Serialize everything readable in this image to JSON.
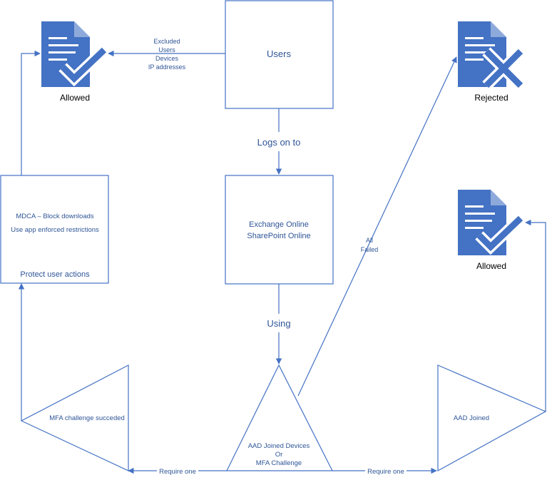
{
  "colors": {
    "accent": "#4472c4",
    "text": "#2f5597",
    "label": "#000000"
  },
  "nodes": {
    "users": {
      "label": "Users"
    },
    "services": {
      "line1": "Exchange Online",
      "line2": "SharePoint Online"
    },
    "protect": {
      "line1": "MDCA – Block downloads",
      "line2": "Use app enforced restrictions",
      "footer": "Protect user actions"
    },
    "center_triangle": {
      "line1": "AAD Joined Devices",
      "line2": "Or",
      "line3": "MFA Challenge"
    },
    "left_triangle": {
      "label": "MFA challenge succeded"
    },
    "right_triangle": {
      "label": "AAD Joined"
    }
  },
  "documents": {
    "allowed_top": {
      "icon": "document-check-icon",
      "label": "Allowed"
    },
    "rejected": {
      "icon": "document-x-icon",
      "label": "Rejected"
    },
    "allowed_right": {
      "icon": "document-check-icon",
      "label": "Allowed"
    }
  },
  "edges": {
    "excluded": {
      "line1": "Excluded",
      "line2": "Users",
      "line3": "Devices",
      "line4": "IP addresses"
    },
    "logs_on": {
      "label": "Logs on to"
    },
    "using": {
      "label": "Using"
    },
    "all_failed": {
      "line1": "All",
      "line2": "Failed"
    },
    "require_left": {
      "label": "Require one"
    },
    "require_right": {
      "label": "Require one"
    }
  }
}
